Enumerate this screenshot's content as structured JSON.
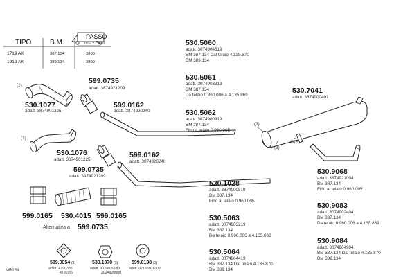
{
  "table": {
    "col_tipo": "TIPO",
    "col_bm": "B.M.",
    "passo_label": "PASSO",
    "passo_sub": "mm. + Passo",
    "rows": [
      {
        "tipo": "1719 AK",
        "bm": "387.134",
        "passo": "3800"
      },
      {
        "tipo": "1919 AK",
        "bm": "389.134",
        "passo": "3800"
      }
    ]
  },
  "callouts": {
    "c1": "(1)",
    "c2": "(2)",
    "c3": "(3)",
    "c3b": "(3)",
    "dia75": "Ø75"
  },
  "parts_left": [
    {
      "code": "530.1077",
      "adatt": "adatt. 3874901325"
    },
    {
      "code": "599.0735",
      "adatt": "adatt. 3874921209"
    },
    {
      "code": "599.0162",
      "adatt": "adatt. 3874920240"
    },
    {
      "code": "530.1076",
      "adatt": "adatt. 3874901225"
    },
    {
      "code": "599.0162",
      "adatt": "adatt. 3874920240"
    },
    {
      "code": "599.0735",
      "adatt": "adatt. 3874921209"
    }
  ],
  "clamp_row": {
    "a": "599.0165",
    "b": "530.4015",
    "c": "599.0165",
    "alt_label": "Alternativa a",
    "alt_code": "599.0735"
  },
  "bottom_parts": [
    {
      "code": "599.0054",
      "suffix": "(1)",
      "adatt1": "adatt. 4790386",
      "adatt2": "4790369"
    },
    {
      "code": "530.1070",
      "suffix": "(3)",
      "adatt1": "adatt. 3024920080",
      "adatt2": "3024920080"
    },
    {
      "code": "599.0138",
      "suffix": "(3)",
      "adatt1": "adatt. 07155078302",
      "adatt2": ""
    }
  ],
  "footer_code": "MR156",
  "parts_right": [
    {
      "code": "530.5060",
      "lines": [
        "adatt. 3074904519",
        "BM 387.134 Dal telaio 4.135.870",
        "BM 389.134"
      ]
    },
    {
      "code": "530.5061",
      "lines": [
        "adatt. 3074903319",
        "BM 387.134",
        "Da telaio 0.960.006 a 4.135.869"
      ]
    },
    {
      "code": "530.5062",
      "lines": [
        "adatt. 3074900919",
        "BM 387.134",
        "Fino a telaio 0.960.005"
      ]
    },
    {
      "code": "530.7041",
      "lines": [
        "adatt. 3874900401"
      ]
    },
    {
      "code": "530.1028",
      "lines": [
        "adatt. 3874900819",
        "BM 387.134",
        "Fino al telaio 0.960.005"
      ]
    },
    {
      "code": "530.5063",
      "lines": [
        "adatt. 3074903219",
        "BM 387.134",
        "Da telaio 0.960.006 a 4.135.869"
      ]
    },
    {
      "code": "530.5064",
      "lines": [
        "adatt. 3074904419",
        "BM 387.134 Dal telaio 4.135.870",
        "BM 389.134"
      ]
    },
    {
      "code": "530.9068",
      "lines": [
        "adatt. 3874921004",
        "BM 387.134",
        "Fino al telaio 0.960.005"
      ]
    },
    {
      "code": "530.9083",
      "lines": [
        "adatt. 3074902404",
        "BM 387.134",
        "Da telaio 0.960.006 a 4.135.869"
      ]
    },
    {
      "code": "530.9084",
      "lines": [
        "adatt. 3074904904",
        "BM 387.134 Dal telaio 4.135.870",
        "BM 389.134"
      ]
    }
  ]
}
